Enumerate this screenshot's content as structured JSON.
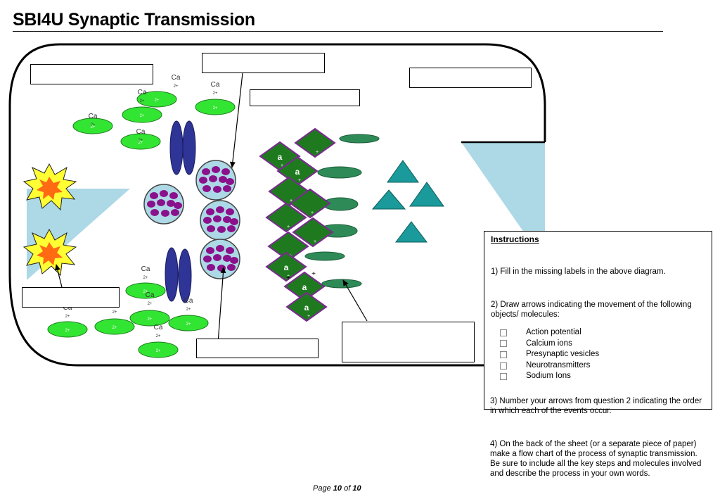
{
  "page": {
    "title": "SBI4U Synaptic Transmission"
  },
  "diagram": {
    "ion_symbol": "Ca",
    "ion_charge": "2+",
    "nt_letter": "a",
    "plus": "+"
  },
  "instructions": {
    "heading": "Instructions",
    "q1": "1) Fill in the missing labels in the above diagram.",
    "q2": "2) Draw arrows indicating the movement of the following objects/ molecules:",
    "items": [
      "Action potential",
      "Calcium ions",
      "Presynaptic vesicles",
      "Neurotransmitters",
      "Sodium Ions"
    ],
    "q3": "3) Number your arrows from question 2 indicating the order in which each of the events occur.",
    "q4": "4) On the back of the sheet (or a separate piece of paper) make a flow chart of the process of synaptic transmission. Be sure to include all the key steps and molecules involved and describe the process in your own words."
  },
  "footer": {
    "prefix": "Page",
    "current": "10",
    "of": "of",
    "total": "10"
  },
  "colors": {
    "ion": "#33e533",
    "vesicle": "#add8e6",
    "nt": "#1f7a1f",
    "receptor": "#2e8b57",
    "channel": "#2f3596",
    "triangle": "#1a9a9a",
    "burst": "#ffff33"
  }
}
